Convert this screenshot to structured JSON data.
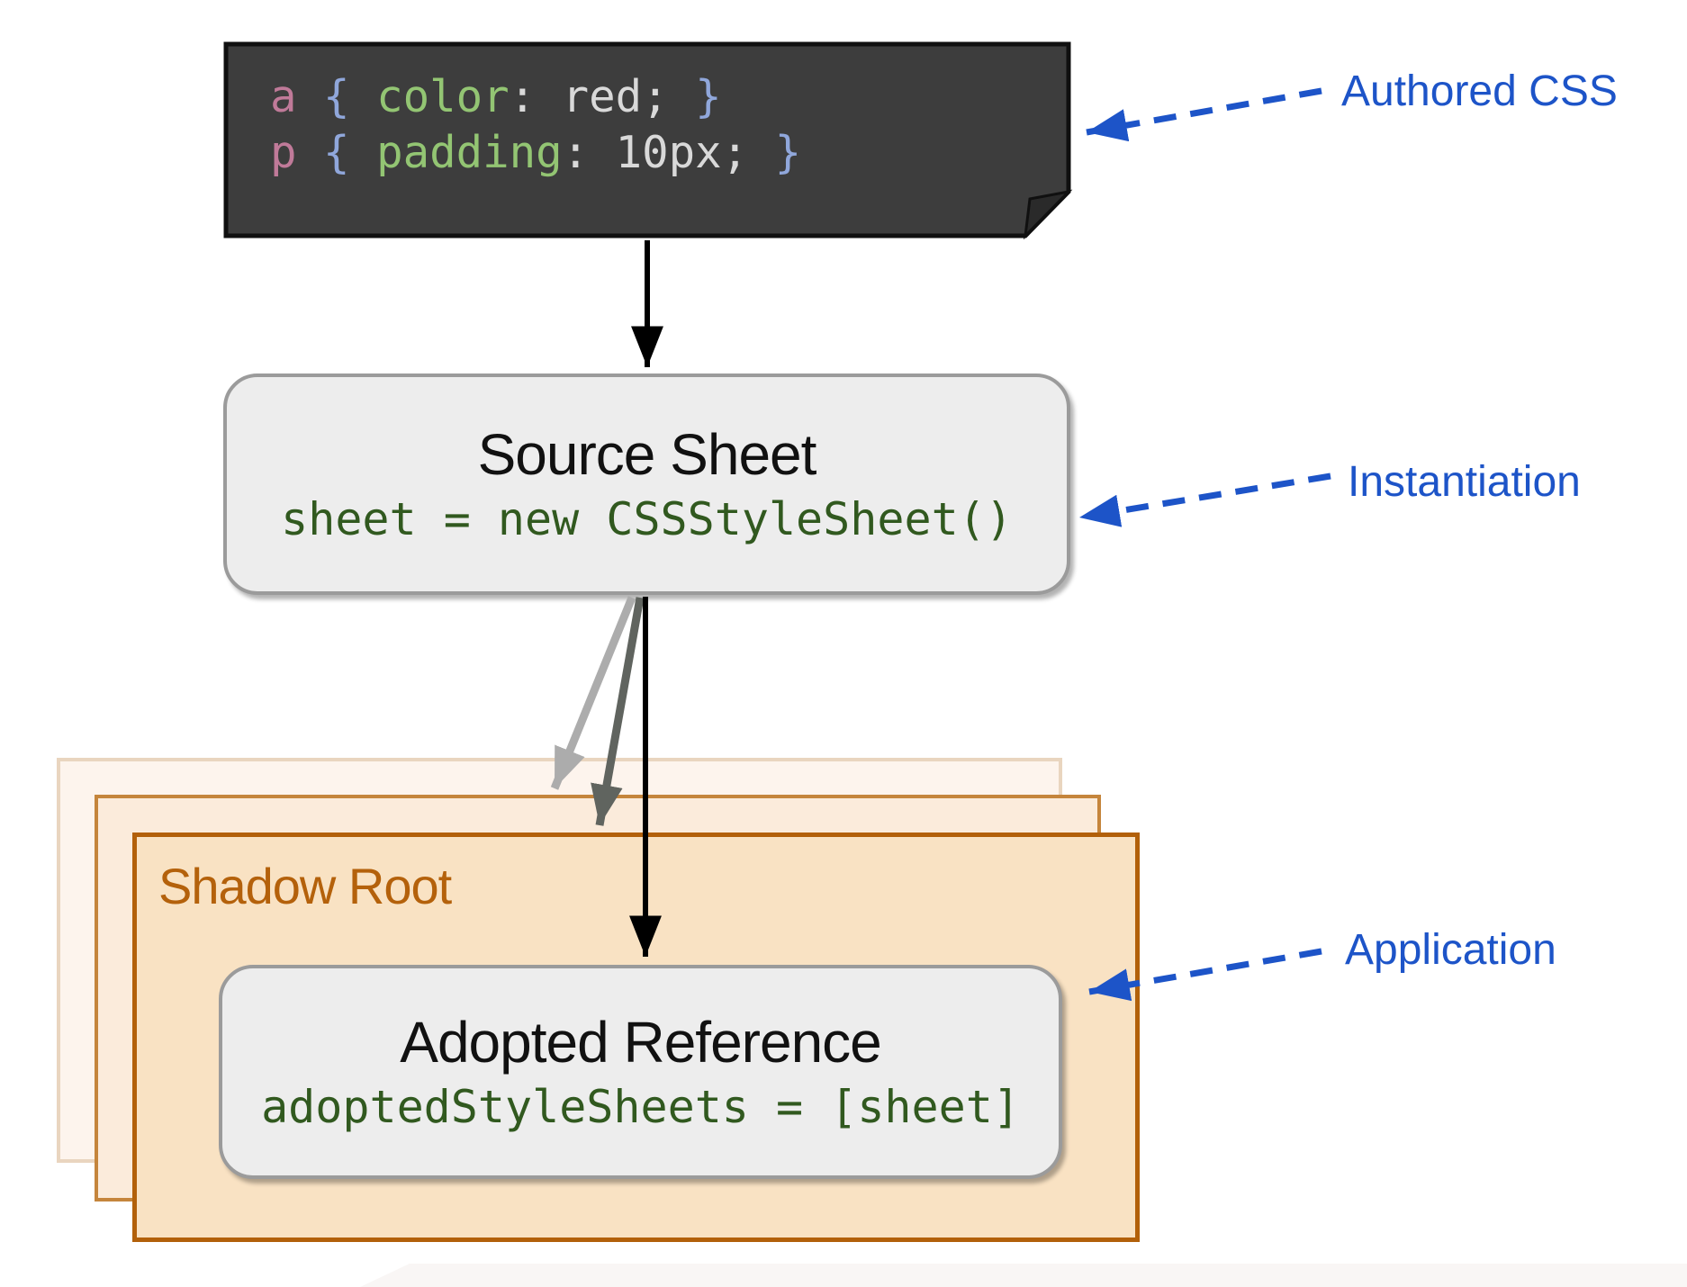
{
  "authored_note": {
    "code_lines": [
      [
        [
          "sel",
          "a"
        ],
        [
          "plain",
          " "
        ],
        [
          "brace",
          "{"
        ],
        [
          "plain",
          " "
        ],
        [
          "prop",
          "color"
        ],
        [
          "plain",
          ": red; "
        ],
        [
          "brace",
          "}"
        ]
      ],
      [
        [
          "sel",
          "p"
        ],
        [
          "plain",
          " "
        ],
        [
          "brace",
          "{"
        ],
        [
          "plain",
          " "
        ],
        [
          "prop",
          "padding"
        ],
        [
          "plain",
          ": 10px; "
        ],
        [
          "brace",
          "}"
        ]
      ]
    ]
  },
  "source_sheet": {
    "title": "Source Sheet",
    "code": "sheet = new CSSStyleSheet()"
  },
  "shadow_root": {
    "label": "Shadow Root"
  },
  "adopted_reference": {
    "title": "Adopted Reference",
    "code": "adoptedStyleSheets = [sheet]"
  },
  "annotations": {
    "authored": {
      "label": "Authored CSS"
    },
    "instantiation": {
      "label": "Instantiation"
    },
    "application": {
      "label": "Application"
    }
  },
  "colors": {
    "accent_blue": "#1d54c8",
    "note_bg": "#3d3d3d",
    "note_flap": "#2a2a2a",
    "note_border": "#101010",
    "tok_sel": "#c07a99",
    "tok_brace": "#90a7db",
    "tok_prop": "#93c573",
    "tok_plain": "#d9d9d9",
    "box_fill": "#ededed",
    "box_border": "#9b9b9b",
    "title_color": "#111111",
    "code_green": "#31591f",
    "orange_front_fill": "#f9e2c3",
    "orange_front_border": "#b2600a",
    "orange_mid_fill": "#fbebdb",
    "orange_mid_border": "#c5853c",
    "orange_back_fill": "#fdf4ed",
    "orange_back_border": "#e9d5bf",
    "shadow_label": "#b4610b",
    "arrow_black": "#000000",
    "arrow_gray_light": "#acacac",
    "arrow_gray_dark": "#60645f",
    "band": "#f8f5f3"
  }
}
